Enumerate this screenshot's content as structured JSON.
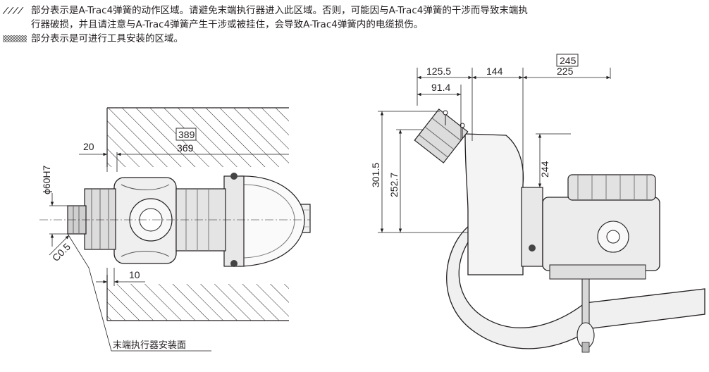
{
  "notes": {
    "note1_line1": "部分表示是A-Trac4弹簧的动作区域。请避免末端执行器进入此区域。否则，可能因与A-Trac4弹簧的干涉而导致末端执",
    "note1_line2": "行器破损，并且请注意与A-Trac4弹簧产生干涉或被挂住，会导致A-Trac4弹簧内的电缆损伤。",
    "note2": "部分表示是可进行工具安装的区域。"
  },
  "left_view": {
    "dim_20": "20",
    "dim_389": "389",
    "dim_369": "369",
    "dim_phi60h7": "ϕ60H7",
    "dim_c05": "C0.5",
    "dim_10": "10",
    "mount_label": "末端执行器安装面"
  },
  "right_view": {
    "dim_245": "245",
    "dim_125_5": "125.5",
    "dim_144": "144",
    "dim_225": "225",
    "dim_91_4": "91.4",
    "dim_301_5": "301.5",
    "dim_252_7": "252.7",
    "dim_244": "244"
  }
}
